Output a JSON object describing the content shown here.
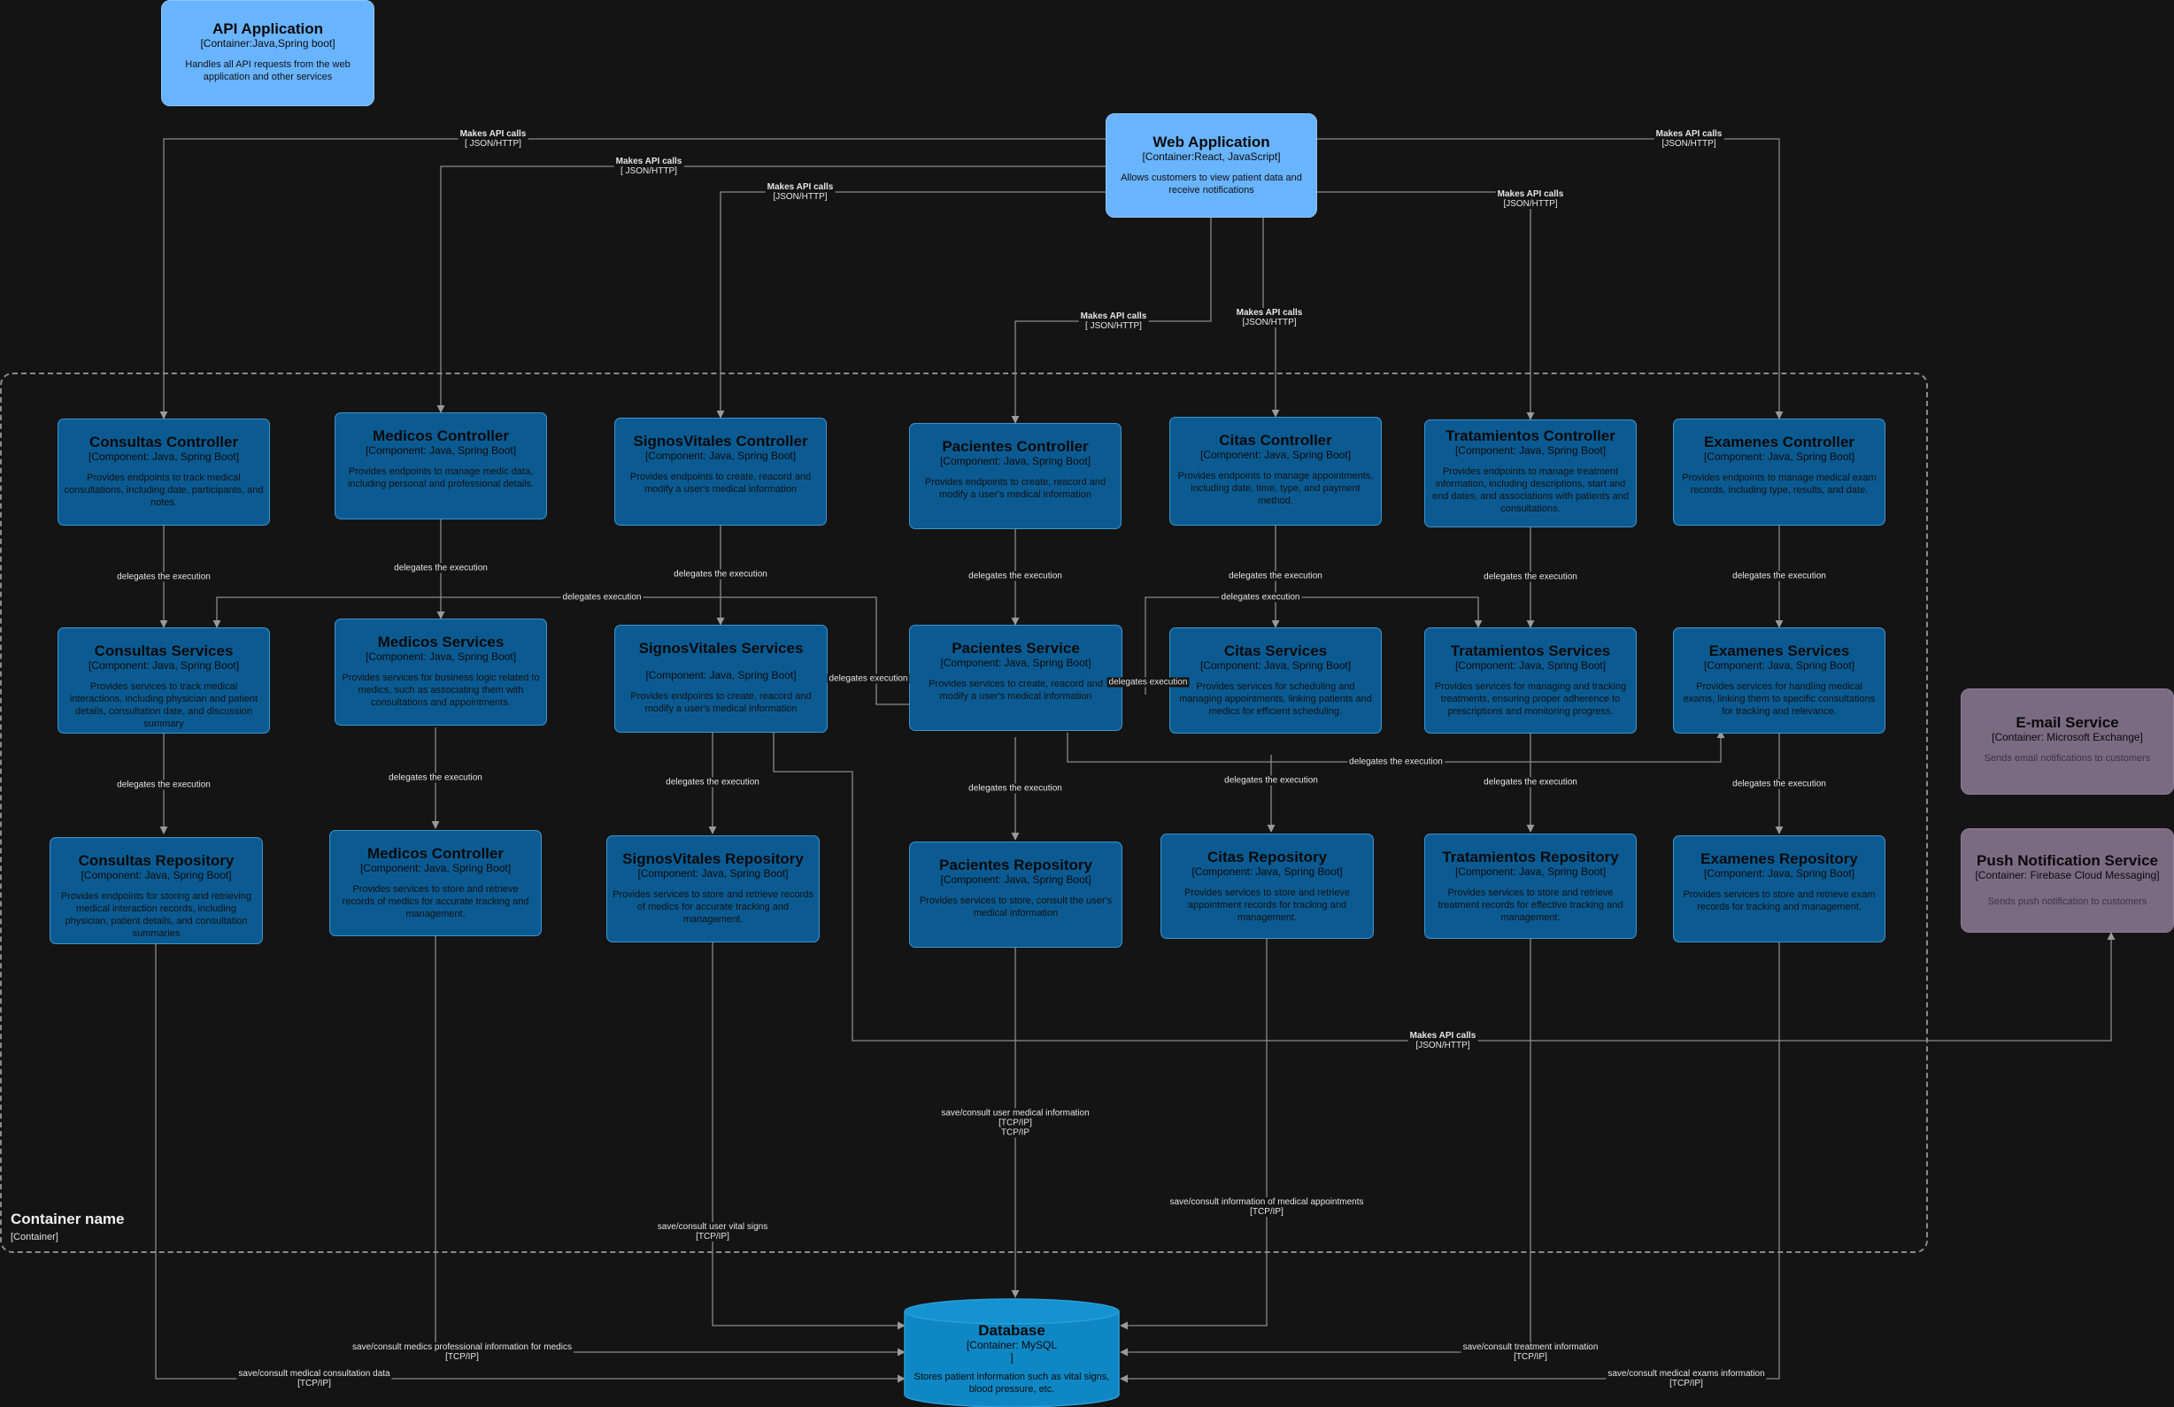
{
  "boundary": {
    "name": "Container name",
    "type": "[Container]"
  },
  "top_nodes": {
    "api_application": {
      "title": "API Application",
      "tech": "[Container:Java,Spring boot]",
      "desc": "Handles all API requests from the web application and other services"
    },
    "web_application": {
      "title": "Web Application",
      "tech": "[Container:React, JavaScript]",
      "desc": "Allows customers to view patient data and receive notifications"
    }
  },
  "controllers": [
    {
      "title": "Consultas Controller",
      "tech": "[Component: Java, Spring Boot]",
      "desc": "Provides endpoints to track medical consultations, including date, participants, and notes."
    },
    {
      "title": "Medicos Controller",
      "tech": "[Component: Java, Spring Boot]",
      "desc": "Provides endpoints to manage medic data, including personal and professional details."
    },
    {
      "title": "SignosVitales Controller",
      "tech": "[Component: Java, Spring Boot]",
      "desc": "Provides endpoints to create, reacord and modify a user's medical information"
    },
    {
      "title": "Pacientes Controller",
      "tech": "[Component: Java, Spring Boot]",
      "desc": "Provides endpoints to create, reacord and modify a user's medical information"
    },
    {
      "title": "Citas Controller",
      "tech": "[Component: Java, Spring Boot]",
      "desc": "Provides endpoints to manage appointments, including date, time, type, and payment method."
    },
    {
      "title": "Tratamientos Controller",
      "tech": "[Component: Java, Spring Boot]",
      "desc": "Provides endpoints to manage treatment information, including descriptions, start and end dates, and associations with patients and consultations."
    },
    {
      "title": "Examenes Controller",
      "tech": "[Component: Java, Spring Boot]",
      "desc": "Provides endpoints to manage medical exam records, including type, results, and date."
    }
  ],
  "services": [
    {
      "title": "Consultas Services",
      "tech": "[Component: Java, Spring Boot]",
      "desc": "Provides services to track medical interactions, including physician and patient details, consultation date, and discussion summary"
    },
    {
      "title": "Medicos Services",
      "tech": "[Component: Java, Spring Boot]",
      "desc": "Provides services for business logic related to medics, such as associating them with consultations and appointments."
    },
    {
      "title": "SignosVitales Services",
      "tech": "[Component: Java, Spring Boot]",
      "desc": "Provides endpoints to create, reacord and modify a user's medical information"
    },
    {
      "title": "Pacientes Service",
      "tech": "[Component: Java, Spring Boot]",
      "desc": "Provides services to create, reacord and modify a user's medical information"
    },
    {
      "title": "Citas Services",
      "tech": "[Component: Java, Spring Boot]",
      "desc": "Provides services for scheduling and managing appointments, linking patients and medics for efficient scheduling."
    },
    {
      "title": "Tratamientos Services",
      "tech": "[Component: Java, Spring Boot]",
      "desc": "Provides services for managing and tracking treatments, ensuring proper adherence to prescriptions and monitoring progress."
    },
    {
      "title": "Examenes Services",
      "tech": "[Component: Java, Spring Boot]",
      "desc": "Provides services for handling medical exams, linking them to specific consultations for tracking and relevance."
    }
  ],
  "repositories": [
    {
      "title": "Consultas Repository",
      "tech": "[Component: Java, Spring Boot]",
      "desc": "Provides endpoints for storing and retrieving medical interaction records, including physician, patient details, and consultation summaries"
    },
    {
      "title": "Medicos Controller",
      "tech": "[Component: Java, Spring Boot]",
      "desc": "Provides services to store and retrieve records of medics for accurate tracking and management."
    },
    {
      "title": "SignosVitales Repository",
      "tech": "[Component: Java, Spring Boot]",
      "desc": "Provides services to store and retrieve records of medics for accurate tracking and management."
    },
    {
      "title": "Pacientes Repository",
      "tech": "[Component: Java, Spring Boot]",
      "desc": "Provides services to store, consult the user's medical information"
    },
    {
      "title": "Citas Repository",
      "tech": "[Component: Java, Spring Boot]",
      "desc": "Provides services to store and retrieve appointment records for tracking and management."
    },
    {
      "title": "Tratamientos Repository",
      "tech": "[Component: Java, Spring Boot]",
      "desc": "Provides services to store and retrieve treatment records for effective tracking and management."
    },
    {
      "title": "Examenes Repository",
      "tech": "[Component: Java, Spring Boot]",
      "desc": "Provides services to store and retrieve exam records for tracking and management."
    }
  ],
  "externals": {
    "email": {
      "title": "E-mail Service",
      "tech": "[Container: Microsoft Exchange]",
      "desc": "Sends email notifications to customers"
    },
    "push": {
      "title": "Push Notification Service",
      "tech": "[Container: Firebase Cloud Messaging]",
      "desc": "Sends push notification to customers"
    }
  },
  "database": {
    "title": "Database",
    "tech": "[Container: MySQL",
    "tech2": "]",
    "desc": "Stores patient information such as vital signs, blood pressure, etc."
  },
  "edge_labels": {
    "api_calls": "Makes API calls",
    "json_http": "[JSON/HTTP]",
    "json_http_spaced": "[ JSON/HTTP]",
    "delegates": "delegates the execution",
    "delegates_short": "delegates execution",
    "tcp_ip": "[TCP/IP]",
    "tcp_ip_plain": "TCP/IP",
    "save_user_medical": "save/consult user medical information",
    "save_appointments": "save/consult information of medical appointments",
    "save_vital_signs": "save/consult user vital signs",
    "save_medics": "save/consult medics professional information for medics",
    "save_consultation": "save/consult medical consultation data",
    "save_treatment": "save/consult treatment information",
    "save_exams": "save/consult medical exams information"
  }
}
